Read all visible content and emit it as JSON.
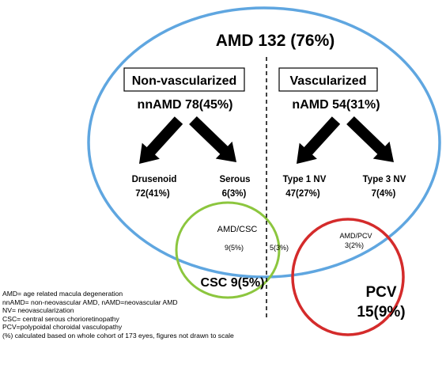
{
  "colors": {
    "amd_circle": "#5fa6e0",
    "csc_circle": "#8cc63e",
    "pcv_circle": "#d42b2b",
    "arrow": "#000000",
    "divider": "#000000"
  },
  "title": "AMD 132 (76%)",
  "left_group": {
    "box_label": "Non-vascularized",
    "summary": "nnAMD 78(45%)",
    "sub1_name": "Drusenoid",
    "sub1_value": "72(41%)",
    "sub2_name": "Serous",
    "sub2_value": "6(3%)"
  },
  "right_group": {
    "box_label": "Vascularized",
    "summary": "nAMD 54(31%)",
    "sub1_name": "Type 1 NV",
    "sub1_value": "47(27%)",
    "sub2_name": "Type 3 NV",
    "sub2_value": "7(4%)"
  },
  "overlaps": {
    "amd_csc_label": "AMD/CSC",
    "amd_csc_value": "9(5%)",
    "csc_divider_value": "5(3%)",
    "amd_pcv_label": "AMD/PCV",
    "amd_pcv_value": "3(2%)"
  },
  "csc": {
    "label": "CSC 9(5%)"
  },
  "pcv": {
    "label": "PCV",
    "value": "15(9%)"
  },
  "legend": [
    "AMD= age related macula degeneration",
    "nnAMD= non-neovascular AMD, nAMD=neovascular AMD",
    "NV= neovascularization",
    "CSC= central serous chorioretinopathy",
    "PCV=polypoidal choroidal vasculopathy",
    "(%) calculated based on whole cohort of 173 eyes, figures not drawn to scale"
  ]
}
